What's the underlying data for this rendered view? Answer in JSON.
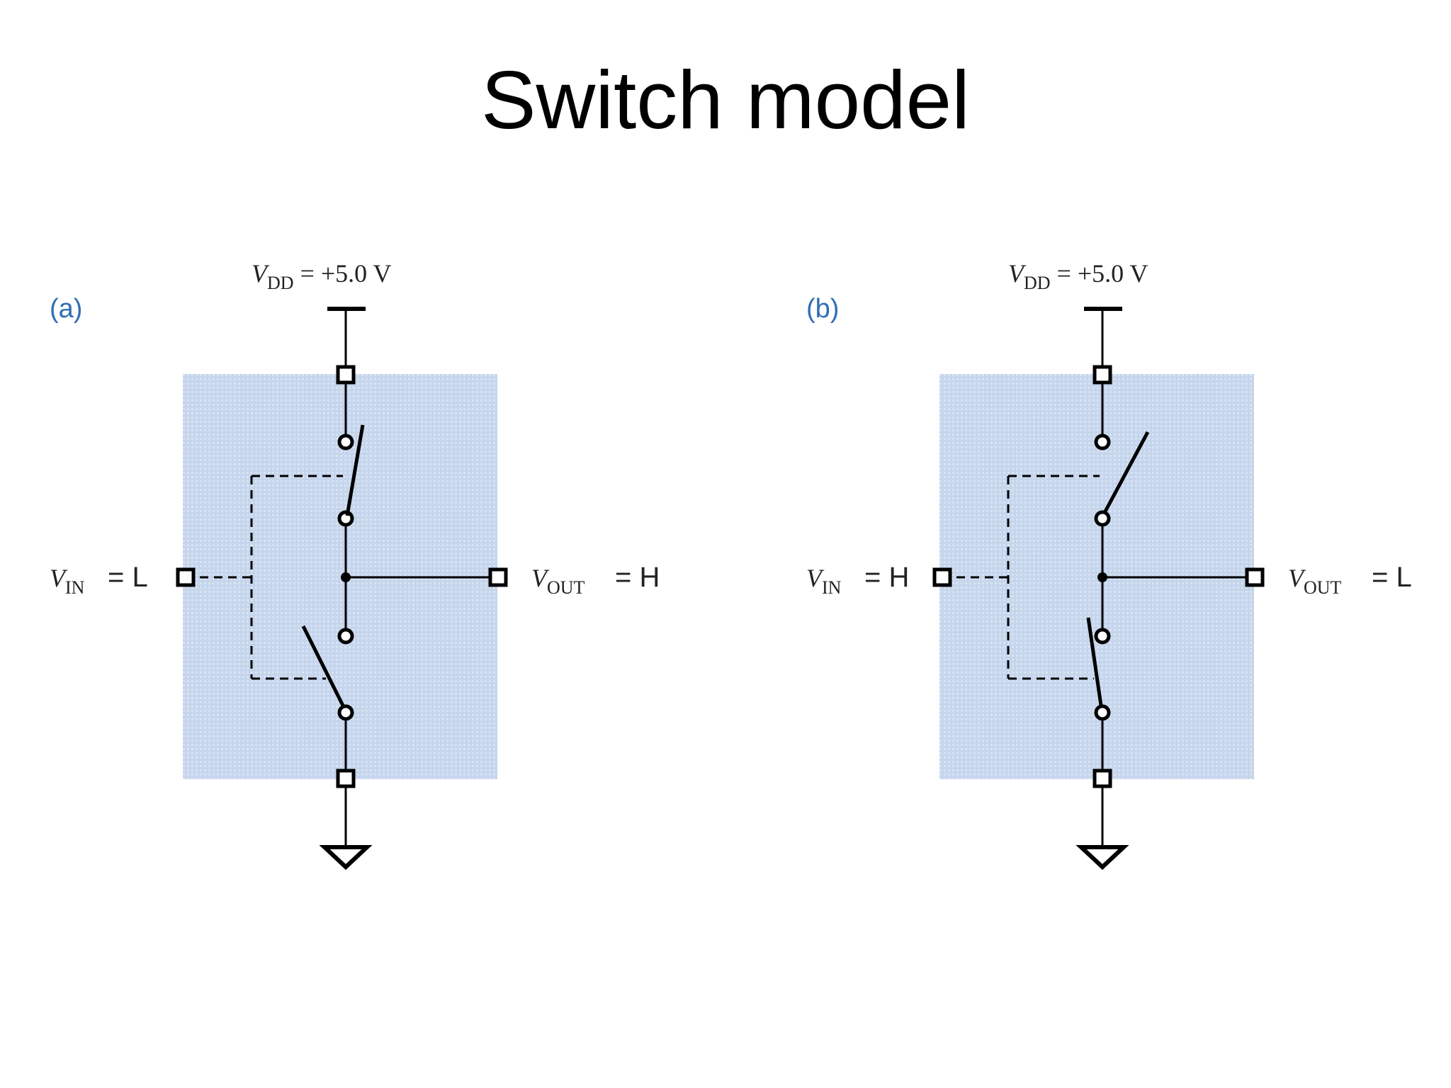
{
  "title": "Switch model",
  "colors": {
    "chip_fill": "#c5d5ec",
    "wire": "#000000",
    "panel_tag": "#2f6fb3"
  },
  "panels": [
    {
      "tag": "(a)",
      "vdd_var": "V",
      "vdd_sub": "DD",
      "vdd_value": " = +5.0 V",
      "vin_var": "V",
      "vin_sub": "IN",
      "vin_value": "= L",
      "vout_var": "V",
      "vout_sub": "OUT",
      "vout_value": "= H",
      "top_switch": "closed",
      "bottom_switch": "open"
    },
    {
      "tag": "(b)",
      "vdd_var": "V",
      "vdd_sub": "DD",
      "vdd_value": " = +5.0 V",
      "vin_var": "V",
      "vin_sub": "IN",
      "vin_value": "= H",
      "vout_var": "V",
      "vout_sub": "OUT",
      "vout_value": "= L",
      "top_switch": "open",
      "bottom_switch": "closed"
    }
  ]
}
